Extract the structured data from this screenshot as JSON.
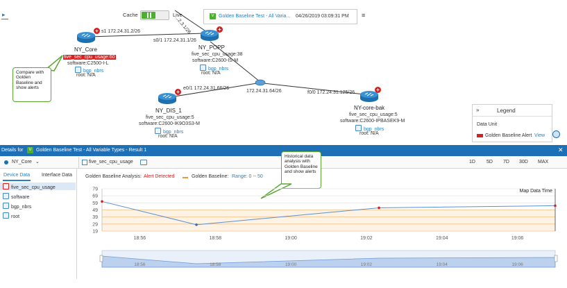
{
  "topbar": {
    "cache_label": "Cache",
    "live_label": "Live",
    "baseline_name": "Golden Baseline Test - All Varia...",
    "timestamp": "04/26/2019 03:09:31 PM",
    "menu_icon": "hamburger-menu-icon",
    "toggle_on": true
  },
  "topology": {
    "nodes": [
      {
        "name": "NY_Core",
        "metric": "five_sec_cpu_usage:60",
        "metric_alert": true,
        "software": "software:C2500-I-L",
        "bgp": "bgp_nbrs",
        "root": "root: N/A"
      },
      {
        "name": "NY_POPP",
        "metric": "five_sec_cpu_usage:38",
        "metric_alert": false,
        "software": "software:C2600-IS-M",
        "bgp": "bgp_nbrs",
        "root": "root: N/A"
      },
      {
        "name": "NY_DIS_1",
        "metric": "five_sec_cpu_usage:5",
        "metric_alert": false,
        "software": "software:C2600-IK9O3S3-M",
        "bgp": "bgp_nbrs",
        "root": "root: N/A"
      },
      {
        "name": "NY-core-bak",
        "metric": "five_sec_cpu_usage:5",
        "metric_alert": false,
        "software": "software:C2600-IPBASEK9-M",
        "bgp": "bgp_nbrs",
        "root": "root: N/A"
      }
    ],
    "links": [
      {
        "label": "s1 172.24.31.2/26"
      },
      {
        "label": "s0/1 172.24.31.1/26"
      },
      {
        "label": "e0/1 172.24.31.66/26"
      },
      {
        "label": "172.24.31.64/26"
      },
      {
        "label": "f0/0 172.24.31.125/26"
      },
      {
        "label": "...2.3.1/26"
      }
    ]
  },
  "callouts": {
    "compare": "Compare with Golden Baseline and show alerts",
    "historical": "Historical data analysis with Golden Baseline and show alerts"
  },
  "legend": {
    "title": "Legend",
    "subtitle": "Data Unit",
    "item": "Golden Baseline Alert",
    "view": "View",
    "alert_color": "#d9201f"
  },
  "details": {
    "title": "Details for",
    "badge": "V",
    "name": "Golden Baseline Test - All Variable Types - Result 1",
    "close_icon": "close-icon"
  },
  "toolbar": {
    "device": "NY_Core",
    "metric": "five_sec_cpu_usage",
    "ranges": [
      "1D",
      "5D",
      "7D",
      "30D",
      "MAX"
    ]
  },
  "tabs": [
    "Device Data",
    "Interface Data"
  ],
  "sidebar_items": [
    "five_sec_cpu_usage",
    "software",
    "bgp_nbrs",
    "root"
  ],
  "analysis": {
    "label": "Golden Baseline Analysis:",
    "status": "Alert Detected",
    "baseline_label": "Golden Baseline:",
    "range": "Range: 0 -- 50"
  },
  "chart_data": {
    "type": "line",
    "title": "Map Data Time",
    "yticks": [
      79,
      69,
      59,
      49,
      39,
      29,
      19
    ],
    "ylim": [
      19,
      79
    ],
    "xticks": [
      "18:56",
      "18:58",
      "19:00",
      "19:02",
      "19:04",
      "19:06"
    ],
    "baseline_range": [
      0,
      50
    ],
    "series": [
      {
        "values": [
          {
            "x": "18:55",
            "y": 61,
            "alert": true
          },
          {
            "x": "18:57:30",
            "y": 28,
            "alert": false
          },
          {
            "x": "19:02:20",
            "y": 52,
            "alert": true
          },
          {
            "x": "19:07",
            "y": 55,
            "alert": true
          }
        ]
      }
    ],
    "navigator_ticks": [
      "18:56",
      "18:58",
      "19:00",
      "19:02",
      "19:04",
      "19:06"
    ]
  }
}
